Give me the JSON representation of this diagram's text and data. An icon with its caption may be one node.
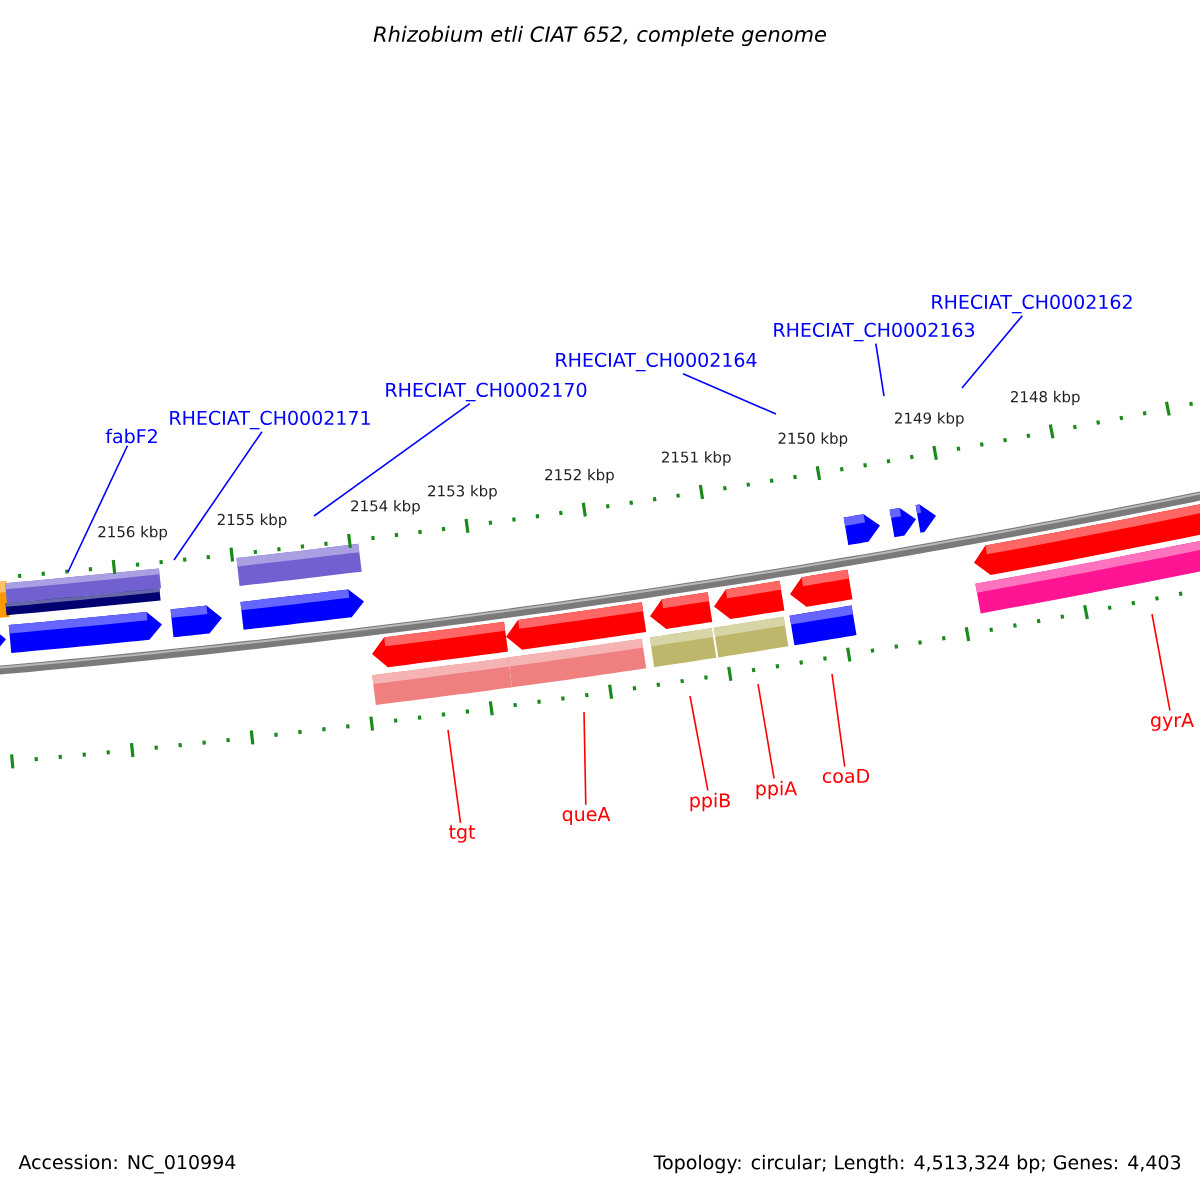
{
  "diagram": {
    "title": "*Rhizobium etli CIAT 652, complete genome*",
    "nodes": [
      {
        "text": [
          "fabF2"
        ]
      },
      {
        "text": [
          "RHECIAT_CH0002171"
        ]
      },
      {
        "text": [
          "RHECIAT_CH0002170"
        ]
      },
      {
        "text": [
          "RHECIAT_CH0002164"
        ]
      },
      {
        "text": [
          "RHECIAT_CH0002163"
        ]
      },
      {
        "text": [
          "RHECIAT_CH0002162"
        ]
      },
      {
        "text": [
          "tgt"
        ]
      },
      {
        "text": [
          "queA"
        ]
      },
      {
        "text": [
          "ppiB"
        ]
      },
      {
        "text": [
          "ppiA"
        ]
      },
      {
        "text": [
          "coaD"
        ]
      },
      {
        "text": [
          "gyrA"
        ]
      }
    ],
    "edges": [
      {
        "from": 0,
        "to": null,
        "arrow": "none",
        "color": "#0000ff"
      },
      {
        "from": 1,
        "to": null,
        "arrow": "none",
        "color": "#0000ff"
      },
      {
        "from": 2,
        "to": null,
        "arrow": "none",
        "color": "#0000ff"
      },
      {
        "from": 3,
        "to": null,
        "arrow": "none",
        "color": "#0000ff"
      },
      {
        "from": 4,
        "to": null,
        "arrow": "none",
        "color": "#0000ff"
      },
      {
        "from": 5,
        "to": null,
        "arrow": "none",
        "color": "#0000ff"
      },
      {
        "from": 6,
        "to": null,
        "arrow": "none",
        "color": "#ff0000"
      },
      {
        "from": 7,
        "to": null,
        "arrow": "none",
        "color": "#ff0000"
      },
      {
        "from": 8,
        "to": null,
        "arrow": "none",
        "color": "#ff0000"
      },
      {
        "from": 9,
        "to": null,
        "arrow": "none",
        "color": "#ff0000"
      },
      {
        "from": 10,
        "to": null,
        "arrow": "none",
        "color": "#ff0000"
      },
      {
        "from": 11,
        "to": null,
        "arrow": "none",
        "color": "#ff0000"
      }
    ],
    "labels": [
      "2156 kbp",
      "2155 kbp",
      "2154 kbp",
      "2153 kbp",
      "2152 kbp",
      "2151 kbp",
      "2150 kbp",
      "2149 kbp",
      "2148 kbp",
      "Accession: NC_010994",
      "Topology: circular; Length: 4,513,324 bp; Genes: 4,403"
    ]
  }
}
